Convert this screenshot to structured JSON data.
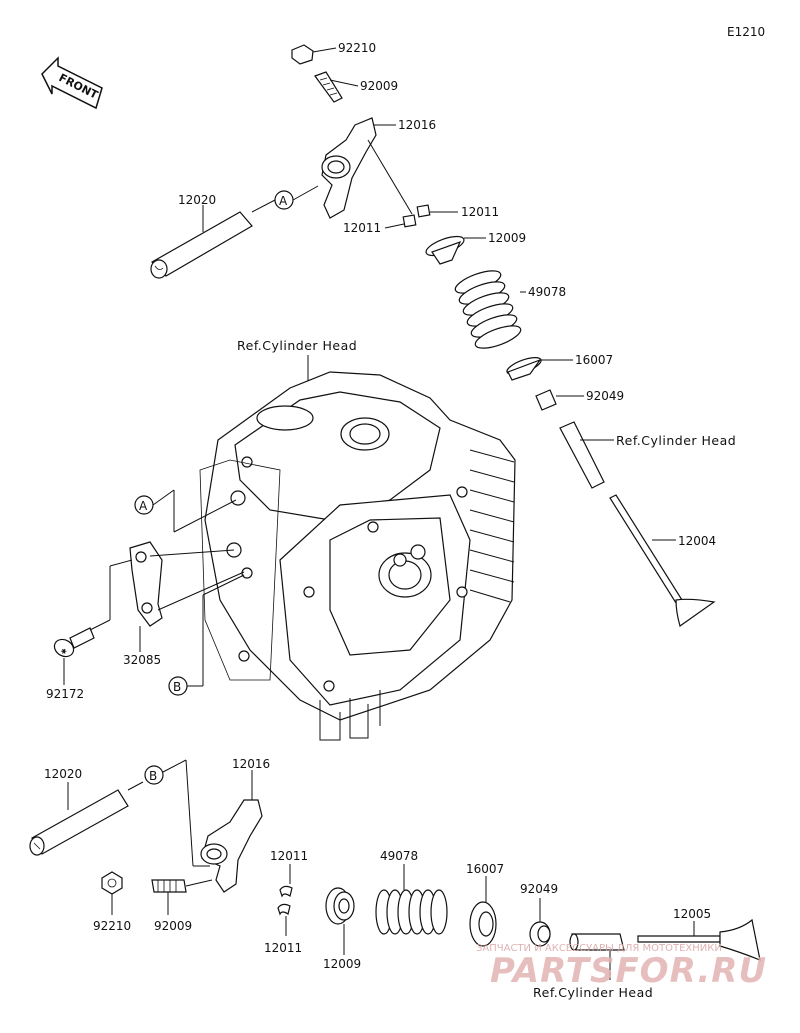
{
  "diagram_code": "E1210",
  "front_label": "FRONT",
  "refs": {
    "cylinder_head_top": "Ref.Cylinder Head",
    "cylinder_head_right": "Ref.Cylinder Head",
    "cylinder_head_bottom": "Ref.Cylinder Head"
  },
  "markers": {
    "a_top": "A",
    "a_left": "A",
    "b_left": "B",
    "b_bottom": "B"
  },
  "parts": {
    "p92210_top": "92210",
    "p92009_top": "92009",
    "p12016_top": "12016",
    "p12020_top": "12020",
    "p12011_top_right": "12011",
    "p12011_top_left": "12011",
    "p12009_top": "12009",
    "p49078_top": "49078",
    "p16007_top": "16007",
    "p92049_top": "92049",
    "p12004": "12004",
    "p32085": "32085",
    "p92172": "92172",
    "p12020_bottom": "12020",
    "p12016_bottom": "12016",
    "p12011_bottom_top": "12011",
    "p12011_bottom_low": "12011",
    "p49078_bottom": "49078",
    "p16007_bottom": "16007",
    "p92049_bottom": "92049",
    "p12005": "12005",
    "p92210_bottom": "92210",
    "p92009_bottom": "92009",
    "p12009_bottom": "12009"
  },
  "watermark": {
    "caption": "ЗАПЧАСТИ И АКСЕССУАРЫ ДЛЯ МОТОТЕХНИКИ",
    "logo": "PARTSFOR.RU"
  },
  "colors": {
    "ink": "#111111",
    "watermark": "#d9a5a5"
  }
}
